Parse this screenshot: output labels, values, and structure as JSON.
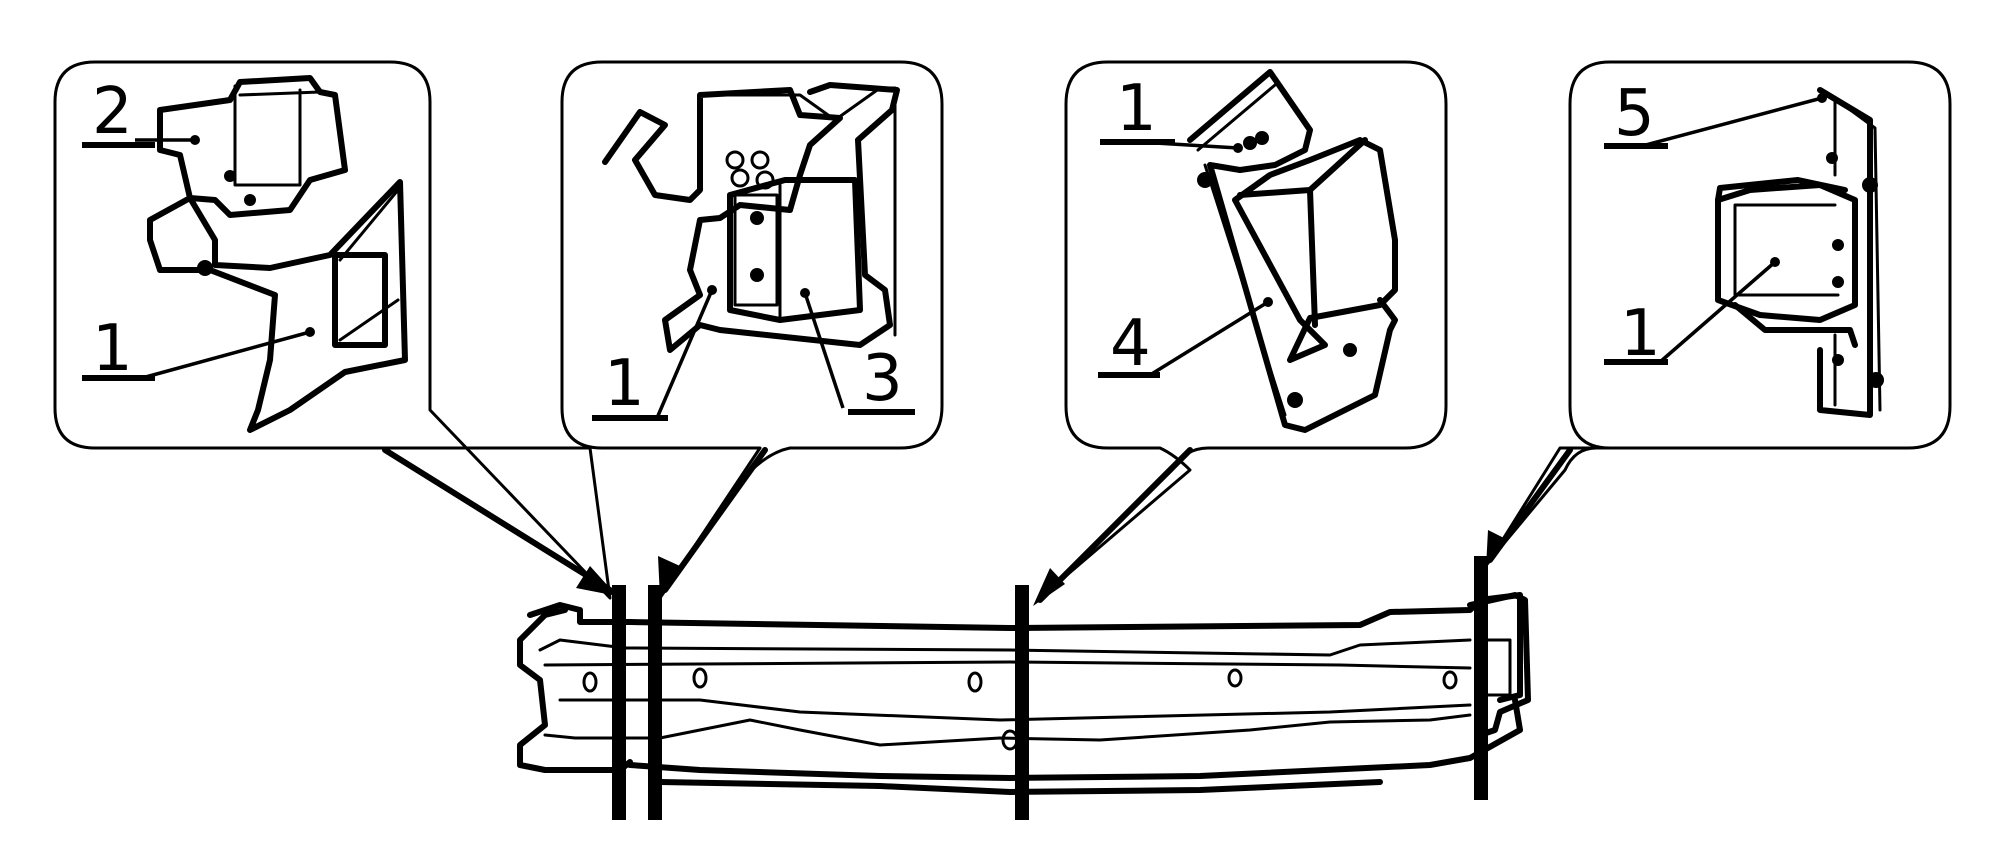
{
  "callouts": [
    {
      "name": "callout-a",
      "labels": [
        "2",
        "1"
      ]
    },
    {
      "name": "callout-b",
      "labels": [
        "1",
        "3"
      ]
    },
    {
      "name": "callout-c",
      "labels": [
        "1",
        "4"
      ]
    },
    {
      "name": "callout-d",
      "labels": [
        "5",
        "1"
      ]
    }
  ]
}
